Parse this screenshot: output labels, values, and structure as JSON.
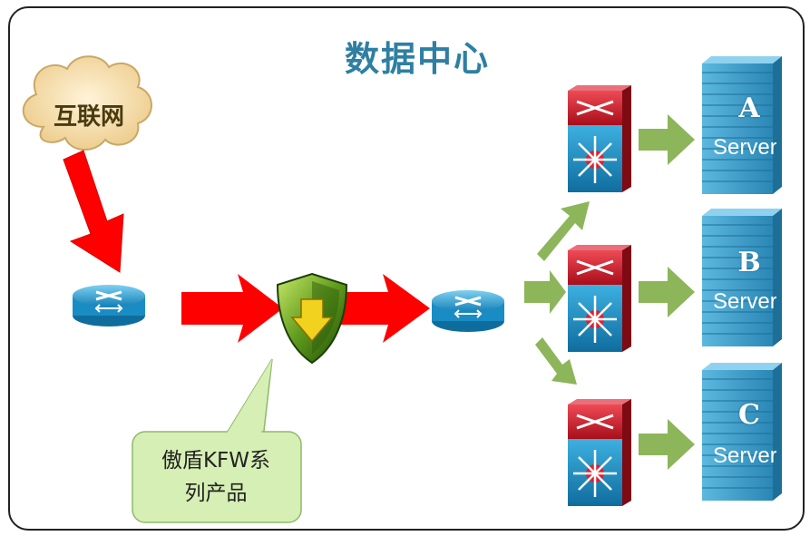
{
  "title": "数据中心",
  "internet_label": "互联网",
  "product_callout": {
    "line1": "傲盾KFW系",
    "line2": "列产品"
  },
  "servers": [
    {
      "letter": "A",
      "text": "Server"
    },
    {
      "letter": "B",
      "text": "Server"
    },
    {
      "letter": "C",
      "text": "Server"
    }
  ],
  "colors": {
    "title": "#2e7fa3",
    "cloud": "#f6dca8",
    "attack_arrow": "#ff0000",
    "distribution_arrow": "#8db55a",
    "callout": "#d6efb4",
    "router": "#2aa3d6",
    "switch_top": "#d8202e",
    "switch_bottom": "#1a90c8",
    "server": "#3a9fca"
  },
  "icons": [
    "cloud-icon",
    "router-icon",
    "shield-firewall-icon",
    "multilayer-switch-icon",
    "server-icon"
  ]
}
